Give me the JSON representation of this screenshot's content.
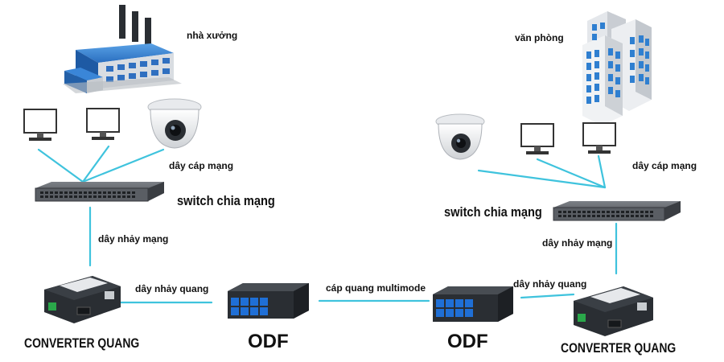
{
  "labels": {
    "factory": "nhà xưởng",
    "office": "văn phòng",
    "left_cable": "dây cáp mạng",
    "right_cable": "dây cáp mạng",
    "left_switch": "switch chia mạng",
    "right_switch": "switch chia mạng",
    "left_patch_net": "dây nhảy mạng",
    "right_patch_net": "dây nhảy mạng",
    "left_patch_fiber": "dây nhảy quang",
    "right_patch_fiber": "dây nhảy quang",
    "multimode": "cáp quang multimode",
    "left_odf": "ODF",
    "right_odf": "ODF",
    "left_converter": "CONVERTER QUANG",
    "right_converter": "CONVERTER QUANG"
  },
  "colors": {
    "link": "#3fc3dd",
    "building_blue": "#2f7fd0",
    "device_dark": "#2a2e33",
    "odf_port": "#1f6fd6"
  },
  "icons": [
    "factory-icon",
    "office-building-icon",
    "monitor-icon",
    "dome-camera-icon",
    "network-switch-icon",
    "media-converter-icon",
    "odf-box-icon"
  ]
}
